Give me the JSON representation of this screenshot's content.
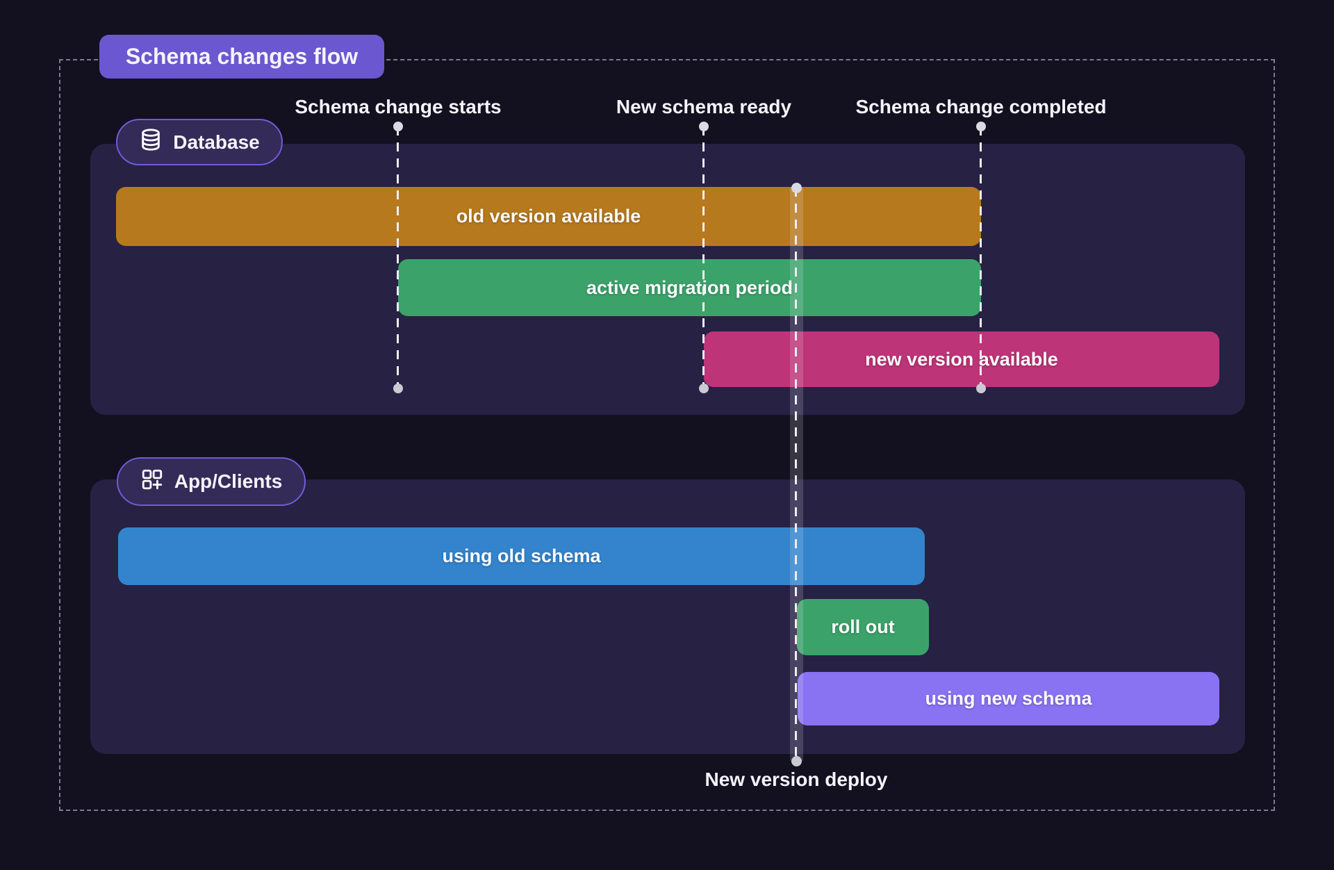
{
  "title": "Schema changes flow",
  "colors": {
    "background": "#131020",
    "panel": "#272144",
    "badge": "#6b57cf",
    "pill_bg": "#342b58",
    "pill_border": "#6f5cd8",
    "text": "#f5f4fb"
  },
  "timeline_markers": [
    {
      "label": "Schema change starts"
    },
    {
      "label": "New schema ready"
    },
    {
      "label": "Schema change completed"
    }
  ],
  "deploy_marker": {
    "label": "New version deploy"
  },
  "sections": [
    {
      "label": "Database",
      "icon": "database-icon",
      "bars": [
        {
          "label": "old version available",
          "color": "#b7791d"
        },
        {
          "label": "active migration period",
          "color": "#3ba36a"
        },
        {
          "label": "new version available",
          "color": "#bd3478"
        }
      ]
    },
    {
      "label": "App/Clients",
      "icon": "apps-plus-icon",
      "bars": [
        {
          "label": "using old schema",
          "color": "#3384cd"
        },
        {
          "label": "roll out",
          "color": "#3ba36a"
        },
        {
          "label": "using new schema",
          "color": "#8973f2"
        }
      ]
    }
  ]
}
